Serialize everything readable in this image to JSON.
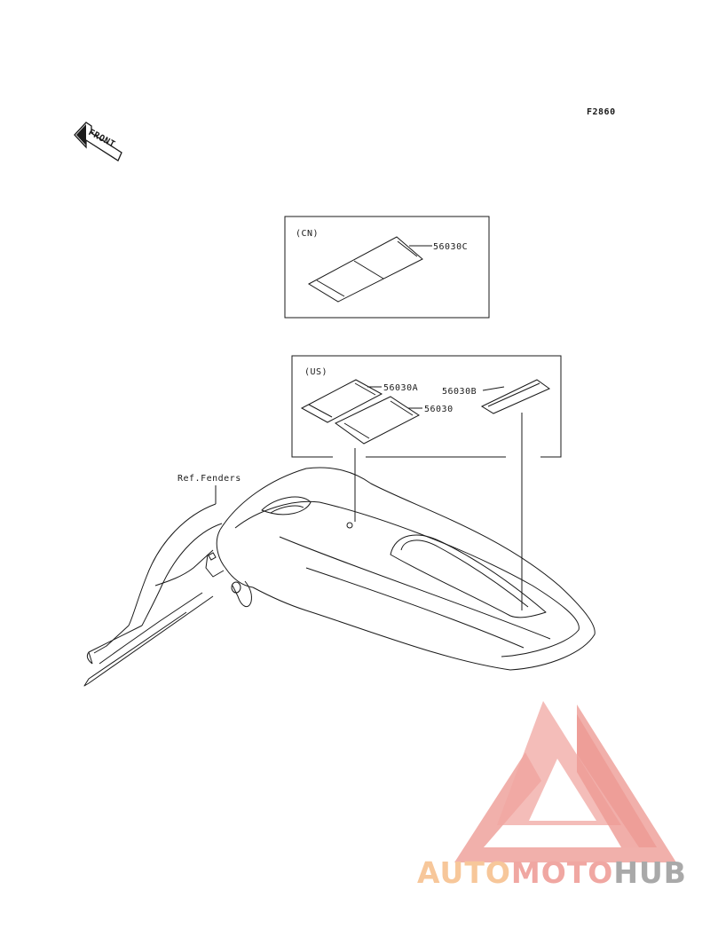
{
  "figure_code": "F2860",
  "front_arrow_text": "FRONT",
  "boxes": {
    "cn": {
      "region_label": "(CN)",
      "parts": [
        "56030C"
      ]
    },
    "us": {
      "region_label": "(US)",
      "parts": [
        "56030A",
        "56030",
        "56030B"
      ]
    }
  },
  "reference_label": "Ref.Fenders",
  "watermark": {
    "part1": "AUTO",
    "part2": "MOTO",
    "part3": "HUB",
    "color_orange": "#f7c79a",
    "color_pink": "#f0a7a2",
    "color_gray": "#a9a9a9"
  },
  "colors": {
    "line": "#1a1a1a",
    "background": "#ffffff"
  }
}
